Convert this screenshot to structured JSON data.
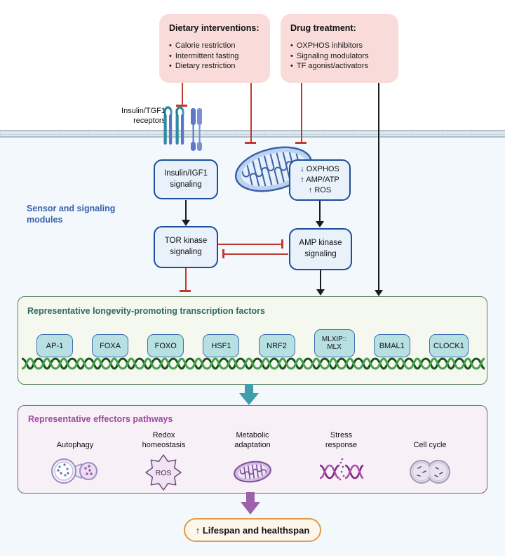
{
  "glyphs": {
    "bullet": "•"
  },
  "colors": {
    "inhibit_red": "#bf3a2f",
    "activate_black": "#1c1c1c",
    "signal_box_border": "#1d4e9c",
    "signal_box_fill": "#e9f1fb",
    "intervention_pink": "#f9dcd9",
    "sensor_blue": "#3a62ae",
    "tf_title_green": "#2e6b61",
    "effectors_title_purple": "#9c4c9e",
    "teal_arrow": "#3e9eaa",
    "purple_arrow": "#9e62ad",
    "outcome_orange": "#e09a4e"
  },
  "interventions": {
    "dietary": {
      "title": "Dietary interventions:",
      "items": [
        "Calorie restriction",
        "Intermittent fasting",
        "Dietary restriction"
      ]
    },
    "drug": {
      "title": "Drug treatment:",
      "items": [
        "OXPHOS inhibitors",
        "Signaling modulators",
        "TF agonist/activators"
      ]
    }
  },
  "membrane_labels": {
    "receptors": "Insulin/TGF1\nreceptors"
  },
  "sensor_label": "Sensor and signaling\nmodules",
  "signaling": {
    "insulin": "Insulin/IGF1\nsignaling",
    "mito_status": "↓ OXPHOS\n↑ AMP/ATP\n↑ ROS",
    "tor": "TOR kinase\nsignaling",
    "amp": "AMP kinase\nsignaling"
  },
  "tf_section": {
    "title": "Representative longevity-promoting transcription factors",
    "factors": [
      "AP-1",
      "FOXA",
      "FOXO",
      "HSF1",
      "NRF2",
      "MLXIP::\nMLX",
      "BMAL1",
      "CLOCK1"
    ]
  },
  "effectors_section": {
    "title": "Representative effectors pathways",
    "items": [
      {
        "label": "Autophagy"
      },
      {
        "label": "Redox\nhomeostasis",
        "icon_text": "ROS"
      },
      {
        "label": "Metabolic\nadaptation"
      },
      {
        "label": "Stress\nresponse"
      },
      {
        "label": "Cell cycle"
      }
    ]
  },
  "outcome": "↑ Lifespan and healthspan"
}
